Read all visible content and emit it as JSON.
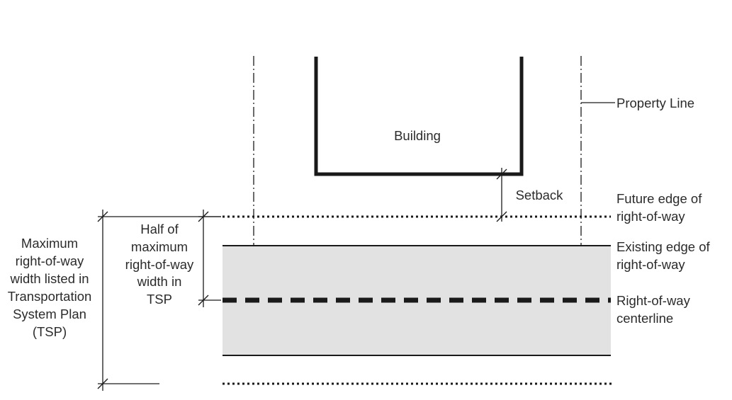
{
  "labels": {
    "building": "Building",
    "property_line": "Property Line",
    "setback": "Setback",
    "future_edge": [
      "Future edge of",
      "right-of-way"
    ],
    "existing_edge": [
      "Existing edge of",
      "right-of-way"
    ],
    "centerline": [
      "Right-of-way",
      "centerline"
    ],
    "half_width": [
      "Half of",
      "maximum",
      "right-of-way",
      "width in",
      "TSP"
    ],
    "max_width": [
      "Maximum",
      "right-of-way",
      "width listed in",
      "Transportation",
      "System Plan",
      "(TSP)"
    ]
  },
  "colors": {
    "line": "#1a1a1a",
    "road_fill": "#e2e2e2",
    "text": "#2b2b2b",
    "background": "#ffffff"
  }
}
